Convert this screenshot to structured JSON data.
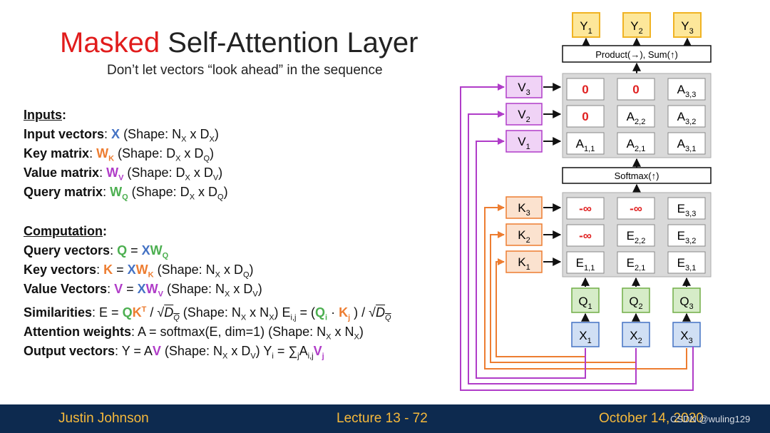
{
  "title": {
    "masked": "Masked",
    "rest": "Self-Attention Layer"
  },
  "subtitle": "Don’t let vectors “look ahead” in the sequence",
  "inputs": {
    "heading": "Inputs",
    "lines": [
      {
        "label": "Input vectors",
        "sym": "X",
        "shape": "(Shape: N",
        "a": "X",
        "b": "D",
        "c": "X"
      },
      {
        "label": "Key matrix",
        "sym": "W",
        "symsub": "K",
        "shape": "(Shape: D",
        "a": "X",
        "b": "D",
        "c": "Q"
      },
      {
        "label": "Value matrix",
        "sym": "W",
        "symsub": "V",
        "shape": "(Shape: D",
        "a": "X",
        "b": "D",
        "c": "V"
      },
      {
        "label": "Query matrix",
        "sym": "W",
        "symsub": "Q",
        "shape": "(Shape: D",
        "a": "X",
        "b": "D",
        "c": "Q"
      }
    ]
  },
  "computation": {
    "heading": "Computation",
    "query": "Query vectors",
    "key": "Key vectors",
    "value": "Value Vectors",
    "sim": "Similarities",
    "attn": "Attention weights",
    "attn_expr": "A = softmax(E, dim=1)  (Shape: N",
    "out": "Output vectors"
  },
  "diagram": {
    "outputs": [
      "Y1",
      "Y2",
      "Y3"
    ],
    "product_label": "Product(→),  Sum(↑)",
    "softmax_label": "Softmax(↑)",
    "v_labels": [
      "V3",
      "V2",
      "V1"
    ],
    "k_labels": [
      "K3",
      "K2",
      "K1"
    ],
    "q_labels": [
      "Q1",
      "Q2",
      "Q3"
    ],
    "x_labels": [
      "X1",
      "X2",
      "X3"
    ],
    "a_grid": [
      [
        "0",
        "0",
        "A3,3"
      ],
      [
        "0",
        "A2,2",
        "A3,2"
      ],
      [
        "A1,1",
        "A2,1",
        "A3,1"
      ]
    ],
    "e_grid": [
      [
        "-∞",
        "-∞",
        "E3,3"
      ],
      [
        "-∞",
        "E2,2",
        "E3,2"
      ],
      [
        "E1,1",
        "E2,1",
        "E3,1"
      ]
    ],
    "colors": {
      "purple": "#b03cc8",
      "orange": "#ed7d31",
      "green": "#70ad47",
      "blue": "#4472c4",
      "yellow": "#f7c948",
      "mask": "#e02020"
    }
  },
  "footer": {
    "left": "Justin Johnson",
    "center": "Lecture 13 - 72",
    "right": "October 14, 2020"
  },
  "watermark": "CSDN @wuling129"
}
